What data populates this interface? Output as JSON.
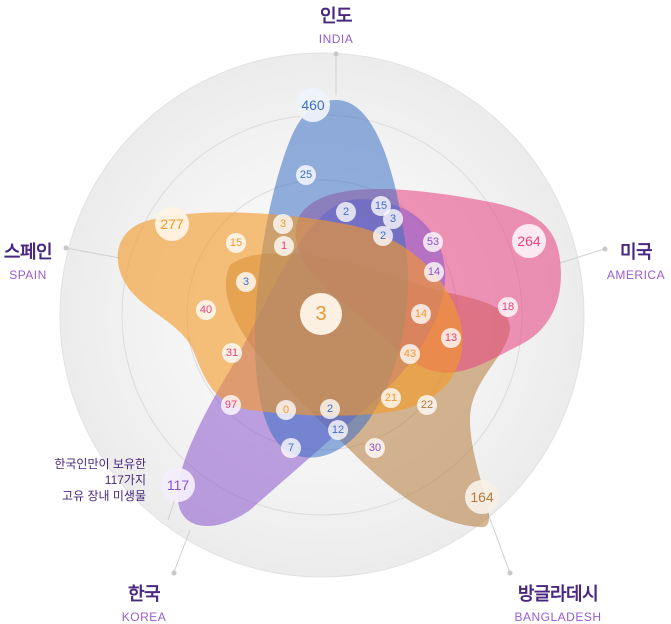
{
  "countries": {
    "india": {
      "ko": "인도",
      "en": "INDIA",
      "total": "460",
      "color": "#3d6fc4"
    },
    "america": {
      "ko": "미국",
      "en": "AMERICA",
      "total": "264",
      "color": "#e8407f"
    },
    "bangladesh": {
      "ko": "방글라데시",
      "en": "BANGLADESH",
      "total": "164",
      "color": "#b47a3a"
    },
    "korea": {
      "ko": "한국",
      "en": "KOREA",
      "total": "117",
      "color": "#8a55cc"
    },
    "spain": {
      "ko": "스페인",
      "en": "SPAIN",
      "total": "277",
      "color": "#f29a2a"
    }
  },
  "note": {
    "line1": "한국인만이 보유한",
    "line2": "117가지",
    "line3": "고유 장내 미생물"
  },
  "center_value": "3",
  "overlap_values": [
    "25",
    "2",
    "15",
    "3",
    "2",
    "3",
    "1",
    "15",
    "53",
    "14",
    "18",
    "3",
    "40",
    "14",
    "13",
    "31",
    "43",
    "97",
    "0",
    "2",
    "21",
    "22",
    "12",
    "7",
    "30"
  ]
}
